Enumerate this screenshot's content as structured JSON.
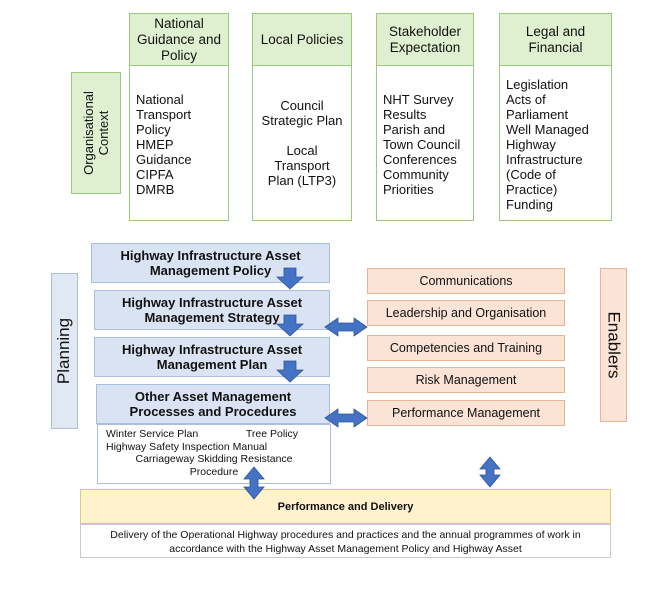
{
  "organisational_context": {
    "side_label": "Organisational\nContext",
    "columns": [
      {
        "heading": "National\nGuidance and\nPolicy",
        "body": "National\nTransport\nPolicy\nHMEP\nGuidance\nCIPFA\nDMRB"
      },
      {
        "heading": "Local Policies",
        "body": "Council\nStrategic Plan\n\nLocal\nTransport\nPlan (LTP3)"
      },
      {
        "heading": "Stakeholder\nExpectation",
        "body": "NHT Survey\nResults\nParish and\nTown Council\nConferences\nCommunity\nPriorities"
      },
      {
        "heading": "Legal and\nFinancial",
        "body": "Legislation\nActs of\nParliament\nWell Managed\nHighway\nInfrastructure\n(Code of\nPractice)\nFunding"
      }
    ]
  },
  "planning": {
    "side_label": "Planning",
    "boxes": [
      "Highway Infrastructure Asset\nManagement Policy",
      "Highway Infrastructure Asset\nManagement Strategy",
      "Highway Infrastructure Asset\nManagement Plan",
      "Other Asset Management\nProcesses and Procedures"
    ],
    "procedures": {
      "winter_service_plan": "Winter Service Plan",
      "tree_policy": "Tree Policy",
      "highway_safety_inspection_manual": "Highway Safety Inspection Manual",
      "carriageway_skidding_resistance": "Carriageway Skidding Resistance",
      "procedure": "Procedure"
    }
  },
  "enablers": {
    "side_label": "Enablers",
    "items": [
      "Communications",
      "Leadership and Organisation",
      "Competencies and Training",
      "Risk Management",
      "Performance Management"
    ]
  },
  "performance": {
    "heading": "Performance and Delivery",
    "body": "Delivery of the Operational Highway procedures and practices and the annual programmes of work in accordance with the Highway Asset Management Policy and Highway Asset"
  },
  "colors": {
    "context_green": "#dff0d0",
    "planning_blue": "#dae3f3",
    "enablers_peach": "#fbe3d6",
    "performance_yellow": "#fff2cc",
    "arrow_blue": "#4472c4"
  }
}
